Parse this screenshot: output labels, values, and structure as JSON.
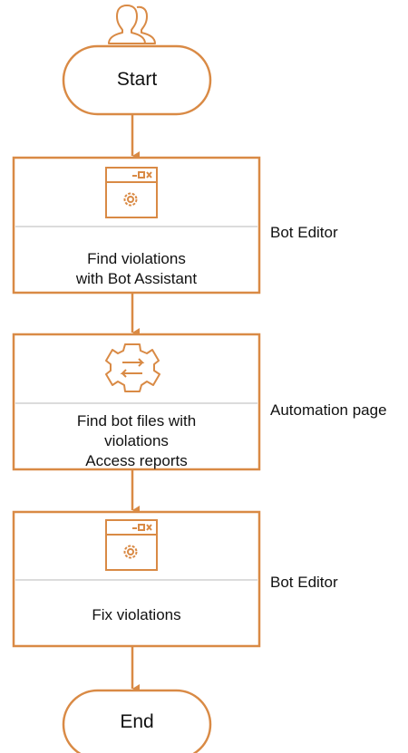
{
  "flow": {
    "start": {
      "label": "Start",
      "icon": "users-icon"
    },
    "steps": [
      {
        "icon": "window-gear-icon",
        "lines": [
          "Find violations",
          "with Bot Assistant"
        ],
        "side": "Bot Editor"
      },
      {
        "icon": "gear-sync-icon",
        "lines": [
          "Find bot files with",
          "violations",
          "Access reports"
        ],
        "side": "Automation page"
      },
      {
        "icon": "window-gear-icon",
        "lines": [
          "Fix violations"
        ],
        "side": "Bot Editor"
      }
    ],
    "end": {
      "label": "End"
    }
  },
  "colors": {
    "accent": "#D98A45",
    "divider": "#C8C8C8"
  }
}
